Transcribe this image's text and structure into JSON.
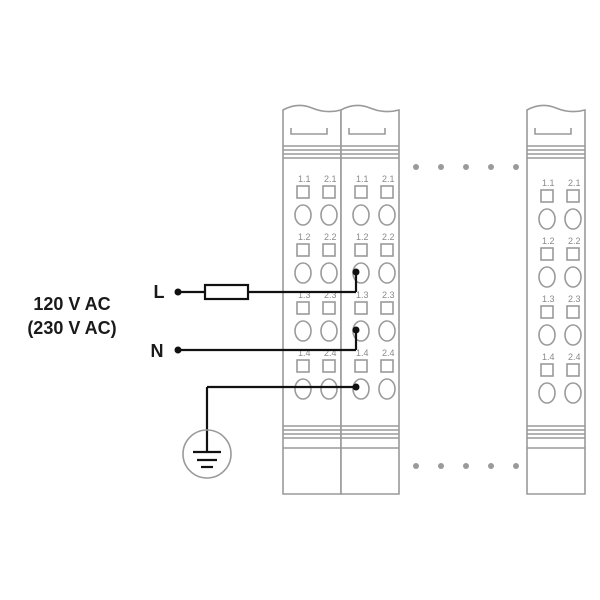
{
  "supply": {
    "voltage_line1": "120 V AC",
    "voltage_line2": "(230 V AC)",
    "line_label": "L",
    "neutral_label": "N"
  },
  "terminal_labels": {
    "row1": [
      "1.1",
      "2.1"
    ],
    "row2": [
      "1.2",
      "2.2"
    ],
    "row3": [
      "1.3",
      "2.3"
    ],
    "row4": [
      "1.4",
      "2.4"
    ]
  },
  "colors": {
    "module_outline": "#9a9a9a",
    "wiring": "#111111",
    "text": "#1a1a1a"
  },
  "icons": [
    "fuse-symbol",
    "protective-earth-symbol",
    "continuation-dots"
  ]
}
